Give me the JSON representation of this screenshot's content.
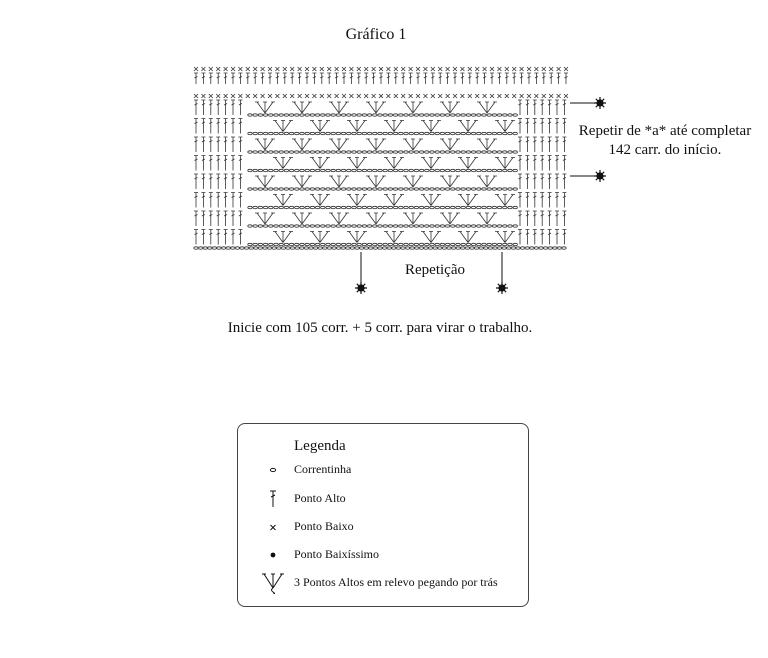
{
  "title": "Gráfico 1",
  "repeat_note": {
    "line1": "Repetir de *a* até completar",
    "line2": "142 carr. do início."
  },
  "repeat_label": "Repetição",
  "instructions": "Inicie com 105 corr. + 5 corr. para virar o trabalho.",
  "legend": {
    "title": "Legenda",
    "items": [
      {
        "icon": "chain-icon",
        "label": "Correntinha"
      },
      {
        "icon": "double-crochet-icon",
        "label": "Ponto Alto"
      },
      {
        "icon": "single-crochet-icon",
        "label": "Ponto Baixo"
      },
      {
        "icon": "slip-stitch-icon",
        "label": "Ponto Baixíssimo"
      },
      {
        "icon": "three-back-post-double-crochet-icon",
        "label": "3 Pontos Altos em relevo pegando por trás"
      }
    ]
  },
  "colors": {
    "ink": "#111111",
    "chart_ink": "#333333"
  }
}
